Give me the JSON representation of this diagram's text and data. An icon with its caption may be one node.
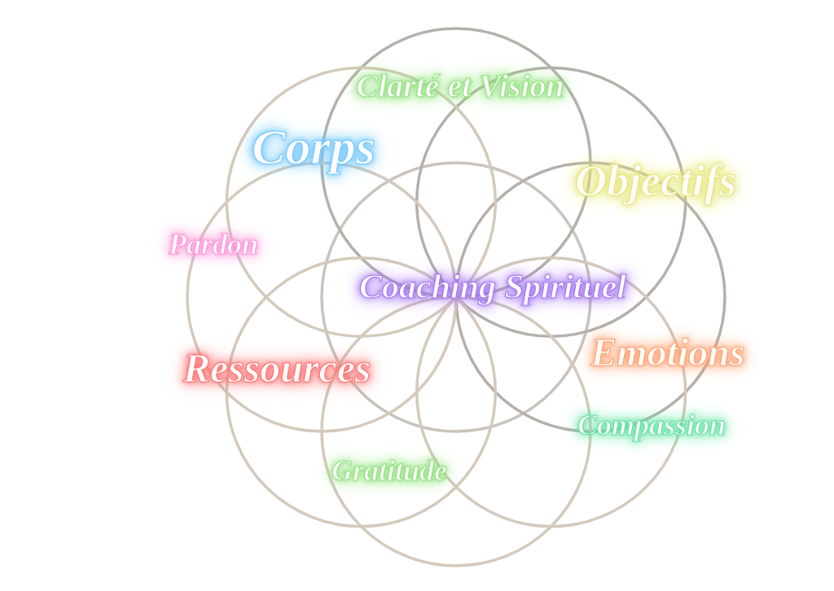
{
  "diagram": {
    "labels": [
      "Clarté et Vision",
      "Corps",
      "Objectifs",
      "Pardon",
      "Coaching Spirituel",
      "Emotions",
      "Ressources",
      "Compassion",
      "Gratitude"
    ]
  }
}
